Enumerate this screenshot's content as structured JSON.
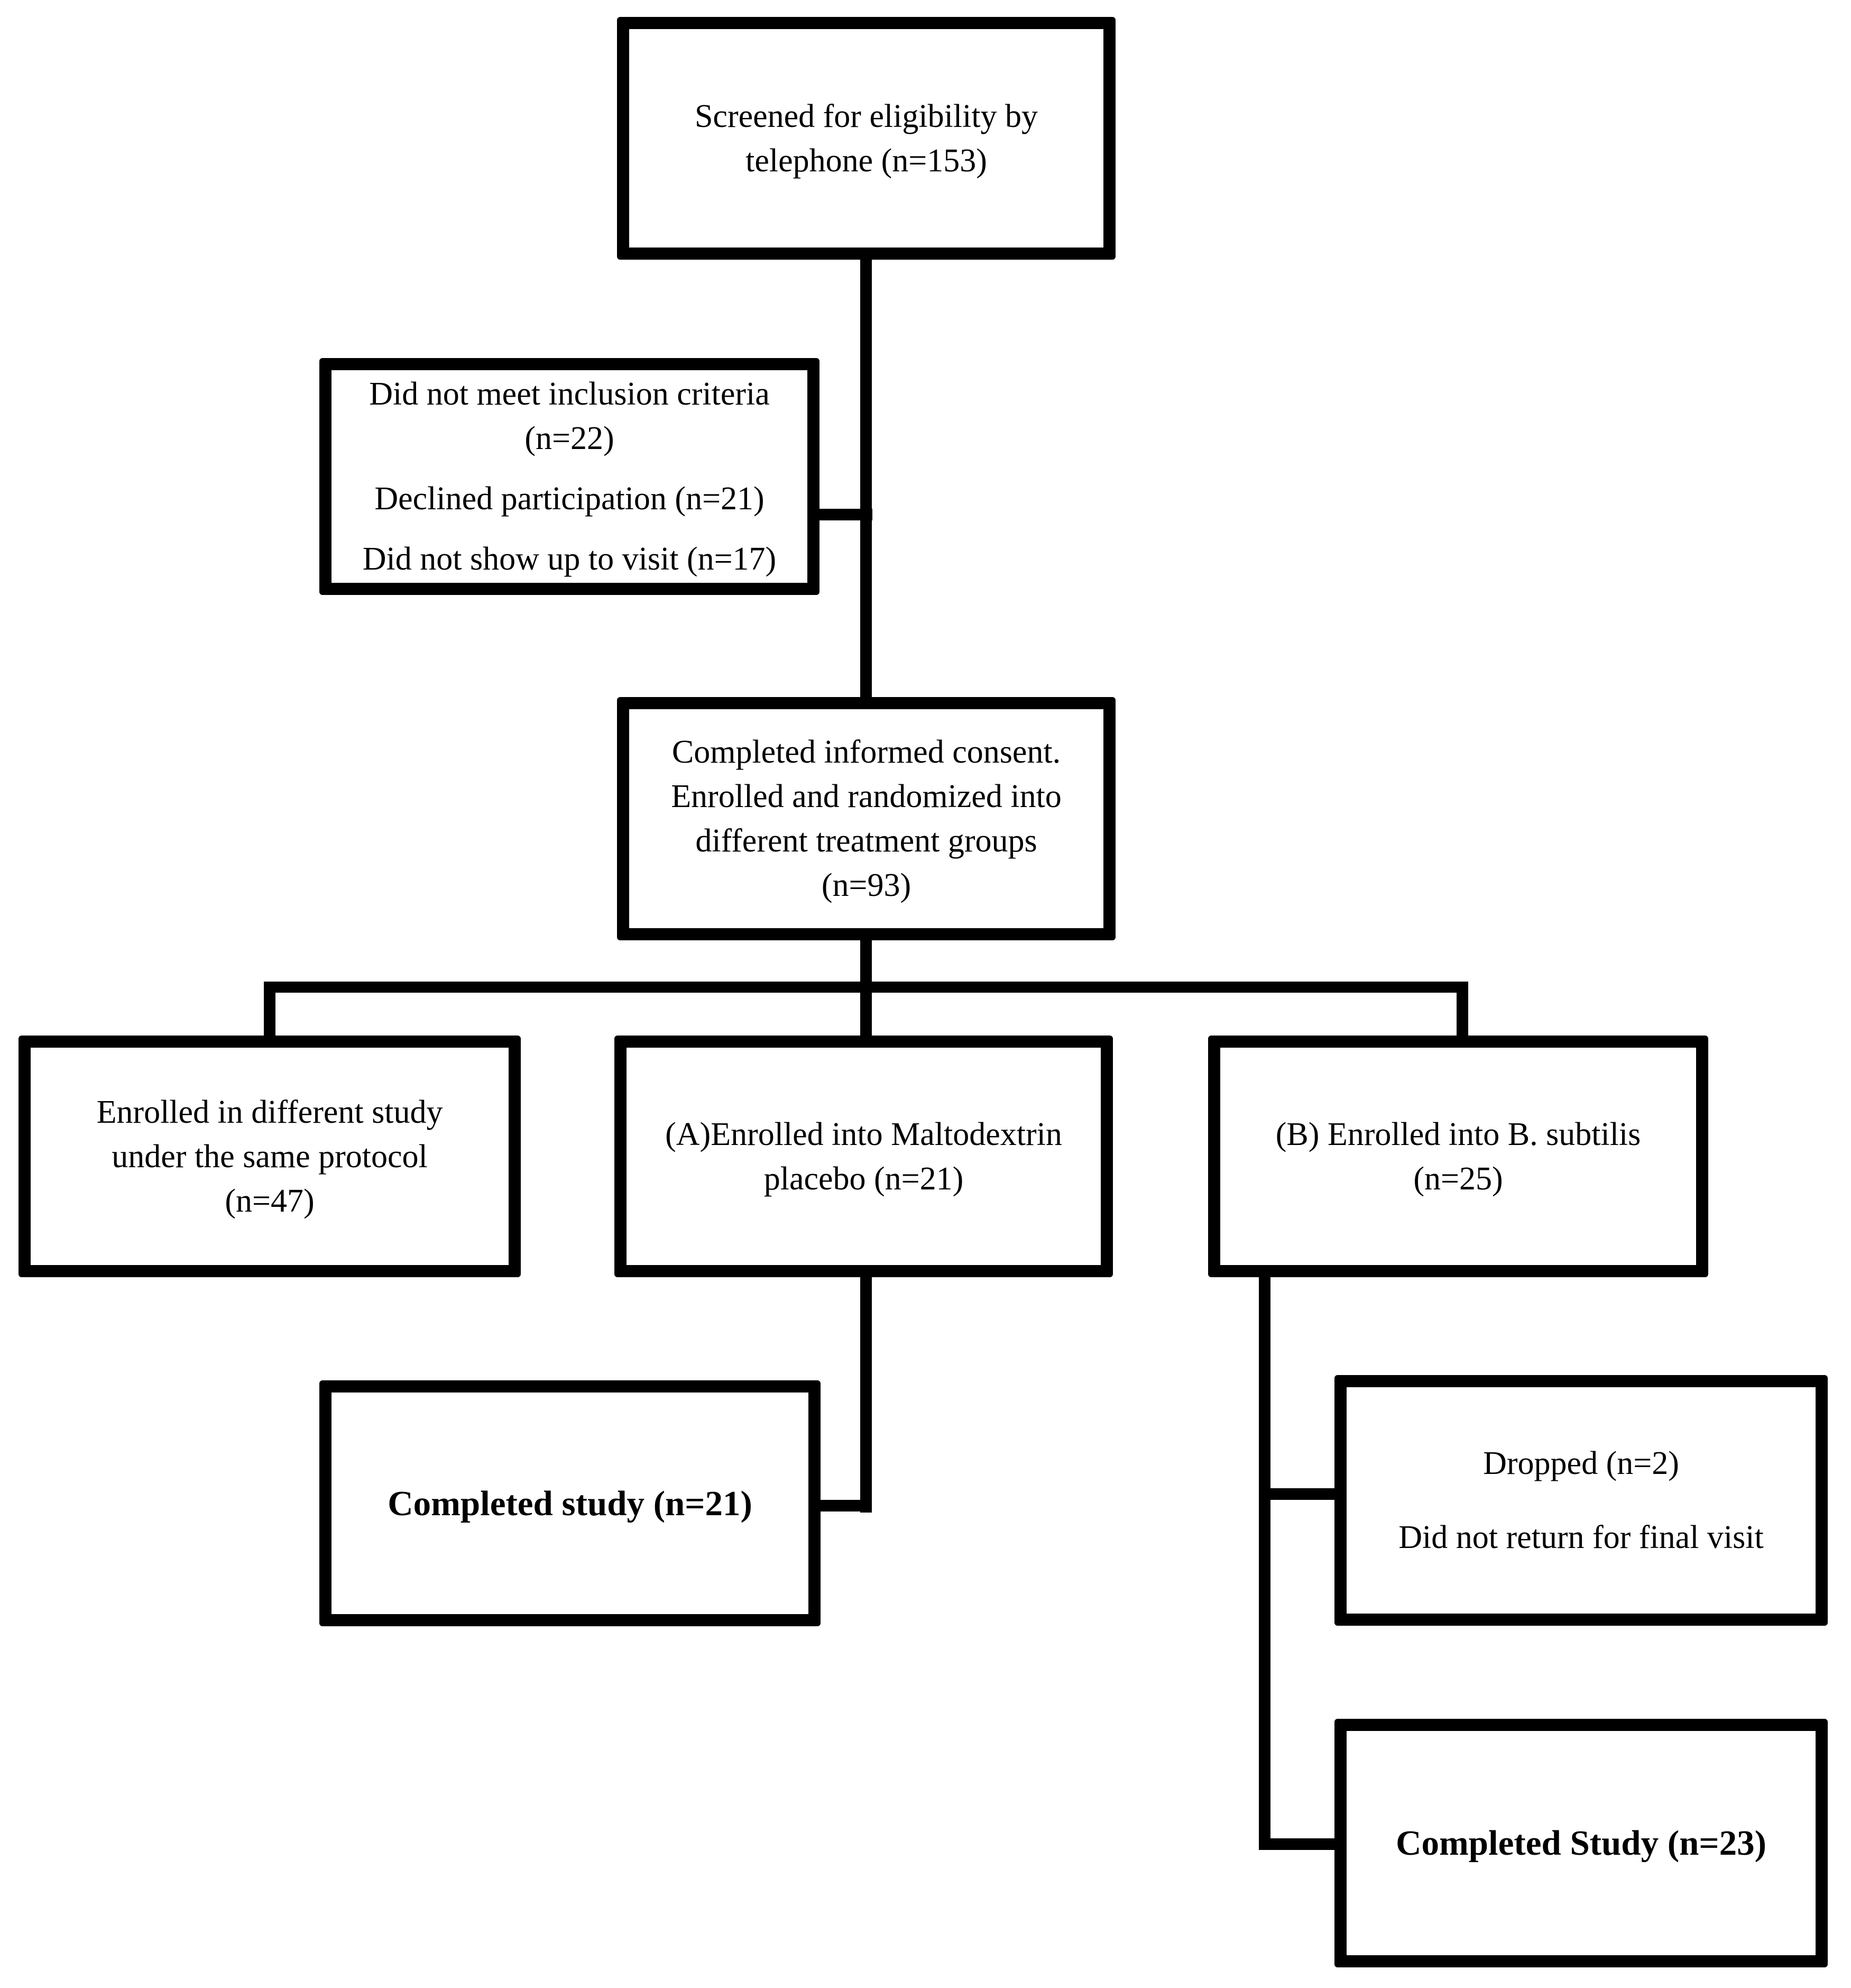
{
  "diagram": {
    "type": "flowchart",
    "background_color": "#ffffff",
    "line_color": "#000000",
    "text_color": "#000000",
    "nodes": {
      "screened": {
        "lines": [
          "Screened for eligibility by",
          "telephone (n=153)"
        ],
        "emphasis": "normal"
      },
      "excluded": {
        "lines": [
          "Did not meet inclusion criteria",
          "(n=22)",
          "Declined participation (n=21)",
          "Did not show up to visit (n=17)"
        ],
        "emphasis": "normal"
      },
      "consent": {
        "lines": [
          "Completed informed consent.",
          "Enrolled and randomized into",
          "different treatment groups",
          "(n=93)"
        ],
        "emphasis": "normal"
      },
      "different_study": {
        "lines": [
          "Enrolled in different study",
          "under the same protocol",
          "(n=47)"
        ],
        "emphasis": "normal"
      },
      "group_a": {
        "lines": [
          "(A)Enrolled into Maltodextrin",
          "placebo (n=21)"
        ],
        "emphasis": "normal"
      },
      "group_b": {
        "lines": [
          "(B) Enrolled into B. subtilis",
          "(n=25)"
        ],
        "emphasis": "normal"
      },
      "completed_a": {
        "lines": [
          "Completed study (n=21)"
        ],
        "emphasis": "bold"
      },
      "dropped": {
        "lines": [
          "Dropped (n=2)",
          "Did not return for final visit"
        ],
        "emphasis": "normal"
      },
      "completed_b": {
        "lines": [
          "Completed Study (n=23)"
        ],
        "emphasis": "bold"
      }
    },
    "edges": [
      {
        "from": "screened",
        "to": "consent",
        "style": "vertical"
      },
      {
        "from": "screened",
        "to": "excluded",
        "style": "side-branch-left"
      },
      {
        "from": "consent",
        "to": "different_study",
        "style": "branch"
      },
      {
        "from": "consent",
        "to": "group_a",
        "style": "branch"
      },
      {
        "from": "consent",
        "to": "group_b",
        "style": "branch"
      },
      {
        "from": "group_a",
        "to": "completed_a",
        "style": "elbow-left"
      },
      {
        "from": "group_b",
        "to": "dropped",
        "style": "side-branch-right"
      },
      {
        "from": "group_b",
        "to": "completed_b",
        "style": "elbow-right"
      }
    ]
  }
}
